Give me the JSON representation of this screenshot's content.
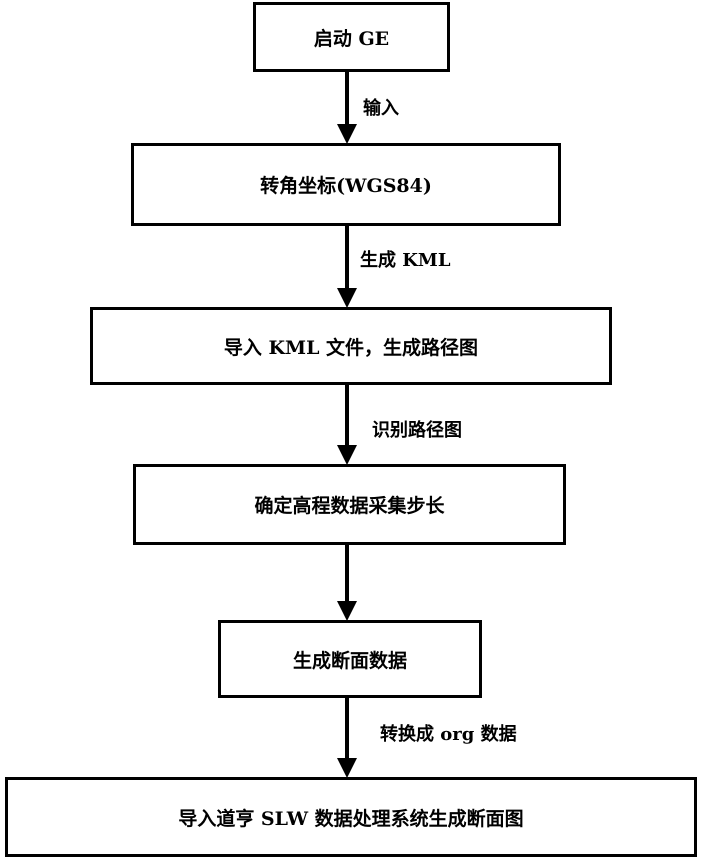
{
  "steps": [
    "启动 GE",
    "转角坐标(WGS84)",
    "导入 KML 文件，生成路径图",
    "确定高程数据采集步长",
    "生成断面数据",
    "导入道亨 SLW 数据处理系统生成断面图"
  ],
  "edges": [
    {
      "from": 0,
      "to": 1,
      "label": "输入"
    },
    {
      "from": 1,
      "to": 2,
      "label": "生成 KML"
    },
    {
      "from": 2,
      "to": 3,
      "label": "识别路径图"
    },
    {
      "from": 3,
      "to": 4,
      "label": ""
    },
    {
      "from": 4,
      "to": 5,
      "label": "转换成 org 数据"
    }
  ]
}
